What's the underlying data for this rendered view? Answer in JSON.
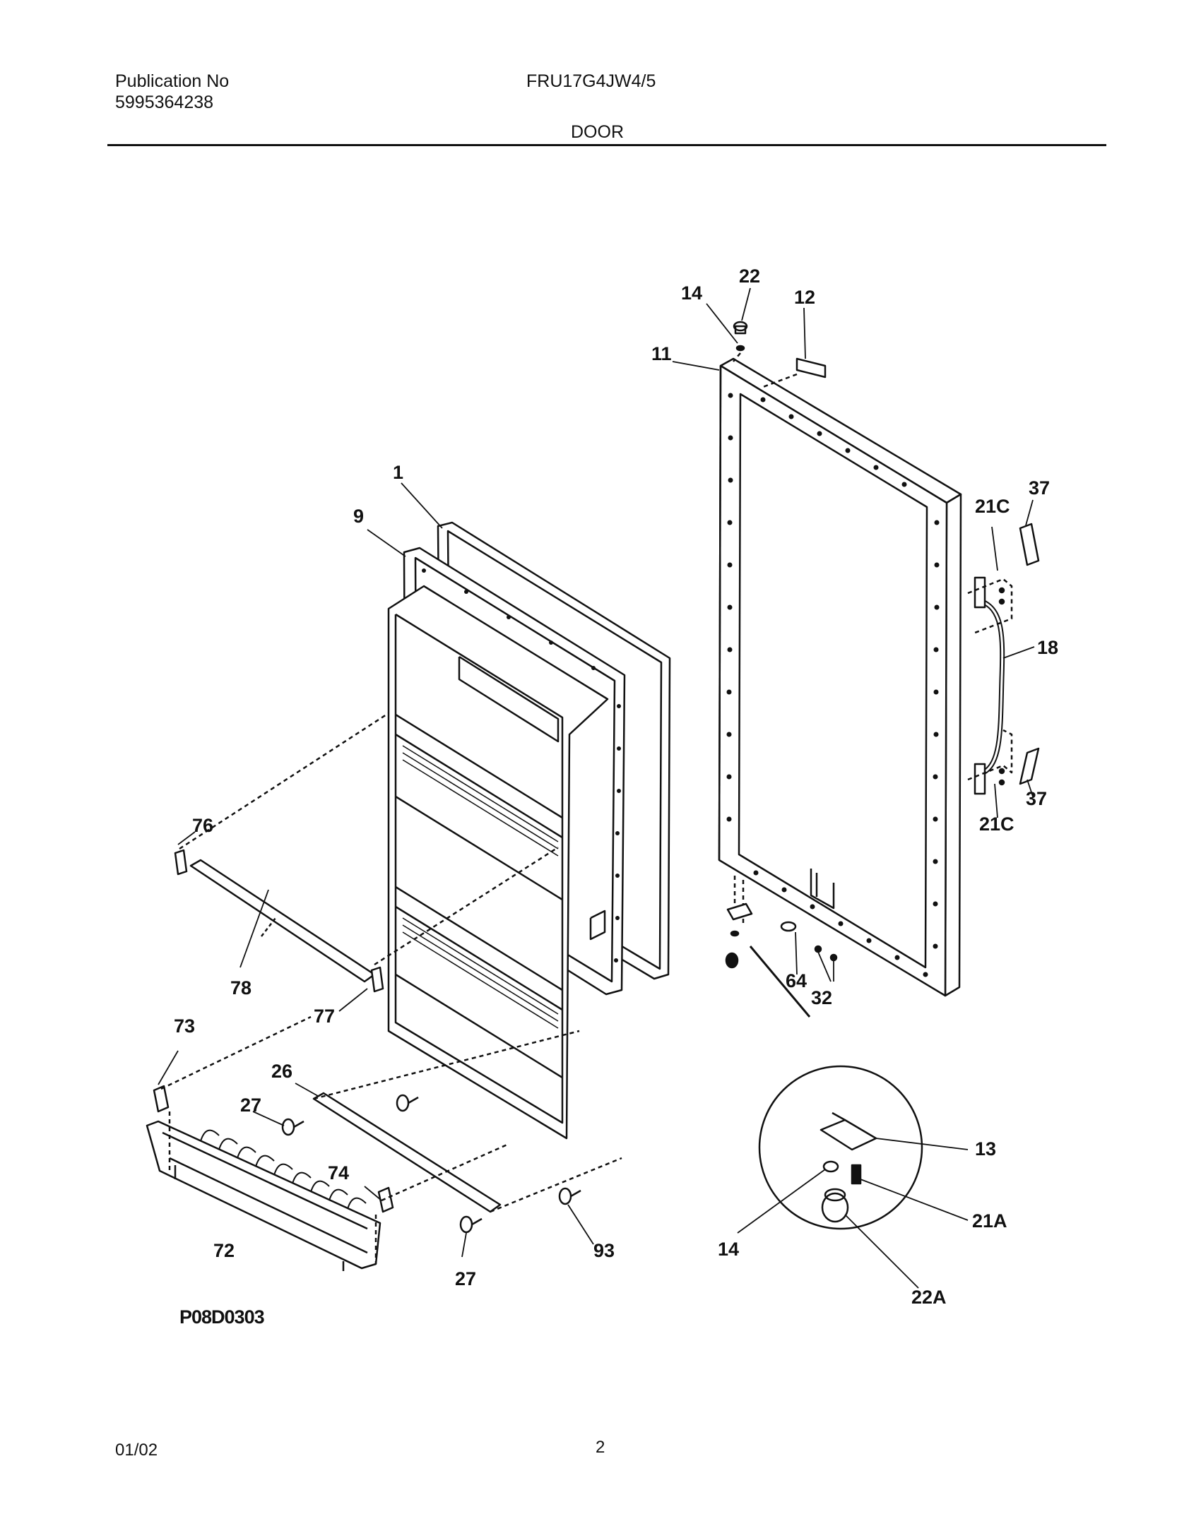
{
  "header": {
    "publication_label": "Publication No",
    "publication_number": "5995364238",
    "model": "FRU17G4JW4/5",
    "section_title": "DOOR"
  },
  "callouts": [
    {
      "id": "c1",
      "text": "1"
    },
    {
      "id": "c9",
      "text": "9"
    },
    {
      "id": "c11",
      "text": "11"
    },
    {
      "id": "c12",
      "text": "12"
    },
    {
      "id": "c13",
      "text": "13"
    },
    {
      "id": "c14a",
      "text": "14"
    },
    {
      "id": "c14b",
      "text": "14"
    },
    {
      "id": "c18",
      "text": "18"
    },
    {
      "id": "c21a",
      "text": "21A"
    },
    {
      "id": "c21c1",
      "text": "21C"
    },
    {
      "id": "c21c2",
      "text": "21C"
    },
    {
      "id": "c22",
      "text": "22"
    },
    {
      "id": "c22a",
      "text": "22A"
    },
    {
      "id": "c26",
      "text": "26"
    },
    {
      "id": "c27a",
      "text": "27"
    },
    {
      "id": "c27b",
      "text": "27"
    },
    {
      "id": "c32",
      "text": "32"
    },
    {
      "id": "c37a",
      "text": "37"
    },
    {
      "id": "c37b",
      "text": "37"
    },
    {
      "id": "c64",
      "text": "64"
    },
    {
      "id": "c72",
      "text": "72"
    },
    {
      "id": "c73",
      "text": "73"
    },
    {
      "id": "c74",
      "text": "74"
    },
    {
      "id": "c76",
      "text": "76"
    },
    {
      "id": "c77",
      "text": "77"
    },
    {
      "id": "c78",
      "text": "78"
    },
    {
      "id": "c93",
      "text": "93"
    }
  ],
  "footer": {
    "drawing_code": "P08D0303",
    "date": "01/02",
    "page": "2"
  }
}
